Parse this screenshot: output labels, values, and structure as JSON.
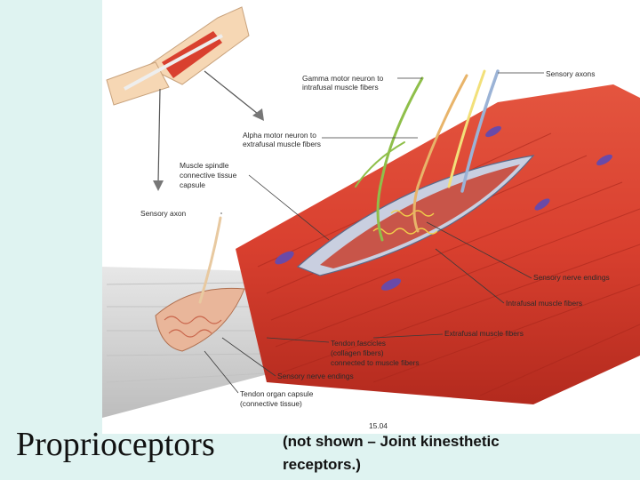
{
  "slide": {
    "title": "Proprioceptors",
    "note": "(not shown – Joint kinesthetic receptors.)"
  },
  "figure": {
    "number": "15.04",
    "labels": {
      "gamma_1": "Gamma motor neuron to",
      "gamma_2": "intrafusal muscle fibers",
      "sensory_axons": "Sensory axons",
      "alpha_1": "Alpha motor neuron to",
      "alpha_2": "extrafusal muscle fibers",
      "spindle_1": "Muscle spindle",
      "spindle_2": "connective tissue",
      "spindle_3": "capsule",
      "sensory_axon": "Sensory axon",
      "sensory_endings_right": "Sensory nerve endings",
      "intrafusal": "Intrafusal muscle fibers",
      "extrafusal": "Extrafusal muscle fibers",
      "tendon_1": "Tendon fascicles",
      "tendon_2": "(collagen fibers)",
      "tendon_3": "connected to muscle fibers",
      "sensory_endings_bottom": "Sensory nerve endings",
      "organ_1": "Tendon organ capsule",
      "organ_2": "(connective tissue)"
    },
    "colors": {
      "muscle": "#d9402f",
      "muscle_dark": "#a8261b",
      "tendon": "#d6d6d6",
      "nerve_gamma": "#8fbf4a",
      "nerve_alpha": "#e8b46a",
      "nerve_sensory": "#9bb3d6",
      "nucleus": "#6a4aa8"
    }
  }
}
